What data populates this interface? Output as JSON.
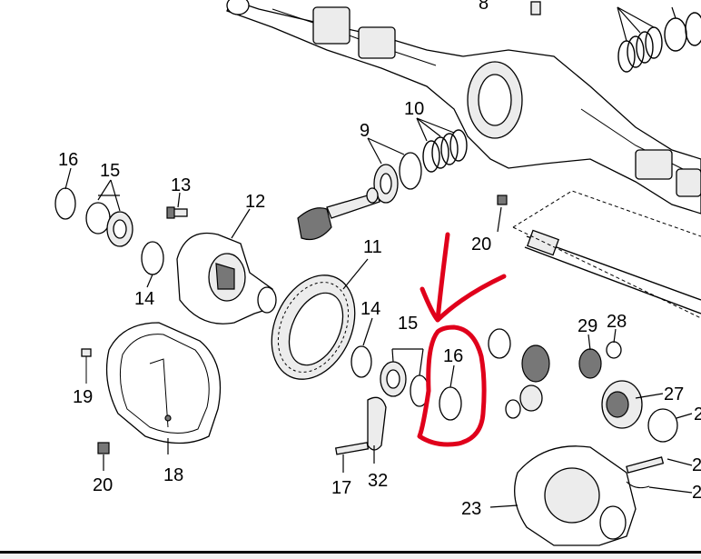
{
  "diagram": {
    "labels": {
      "l8": "8",
      "l10": "10",
      "l9": "9",
      "l16a": "16",
      "l15a": "15",
      "l13": "13",
      "l12": "12",
      "l11": "11",
      "l20a": "20",
      "l14a": "14",
      "l14b": "14",
      "l15b": "15",
      "l16b": "16",
      "l29": "29",
      "l28": "28",
      "l27": "27",
      "l2a": "2",
      "l19": "19",
      "l18": "18",
      "l20b": "20",
      "l17": "17",
      "l32": "32",
      "l23": "23",
      "l2b": "2",
      "l2c": "2"
    },
    "highlight_color": "#e0001b"
  }
}
